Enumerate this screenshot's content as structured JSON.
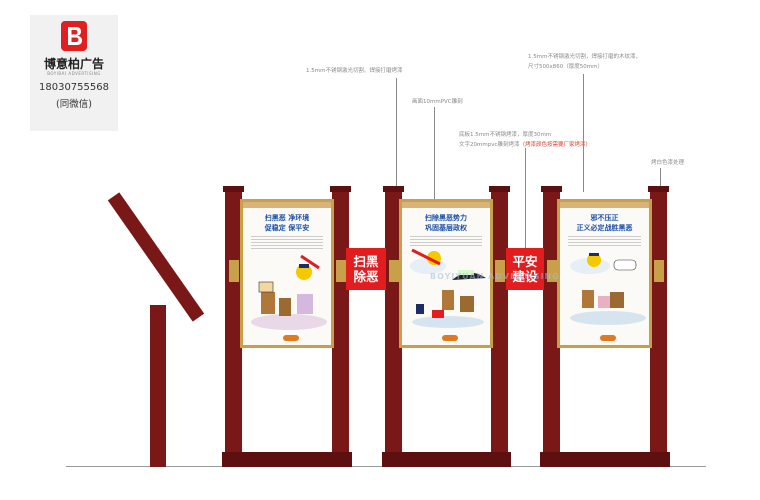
{
  "logo": {
    "brand_name": "博意柏广告",
    "brand_en": "BOYIBAI ADVERTISING",
    "phone": "18030755568",
    "wechat_note": "(同微信)",
    "logo_color": "#e02020"
  },
  "annotations": {
    "frame_material": "1.5mm不锈钢激光切割、焊接打磨烤漆",
    "top_bar_material": "1.5mm不锈钢激光切割，焊接打磨的木纹漆，",
    "top_bar_size": "尺寸500x860（厚度50mm）",
    "panel_material": "画面10mmPVC雕刻",
    "sign_base": "底板1.5mm不锈钢烤漆，厚度30mm",
    "sign_text": "文字20mmpvc雕刻烤漆",
    "sign_text_note": "（烤漆颜色按需要厂家烤漆）",
    "top_cap": "烤白色漆处理"
  },
  "signs": {
    "left_line1": "扫黑",
    "left_line2": "除恶",
    "right_line1": "平安",
    "right_line2": "建设"
  },
  "posters": [
    {
      "title_line1": "扫黑恶  净环境",
      "title_line2": "促稳定  保平安"
    },
    {
      "title_line1": "扫除黑恶势力",
      "title_line2": "巩固基层政权"
    },
    {
      "title_line1": "邪不压正",
      "title_line2": "正义必定战胜黑恶"
    }
  ],
  "watermark": "BOYIYUAN ADVERTISING",
  "colors": {
    "frame": "#7a1717",
    "accent_red": "#e21d20",
    "gold": "#c9a04a",
    "poster_title": "#1a4fa8"
  }
}
